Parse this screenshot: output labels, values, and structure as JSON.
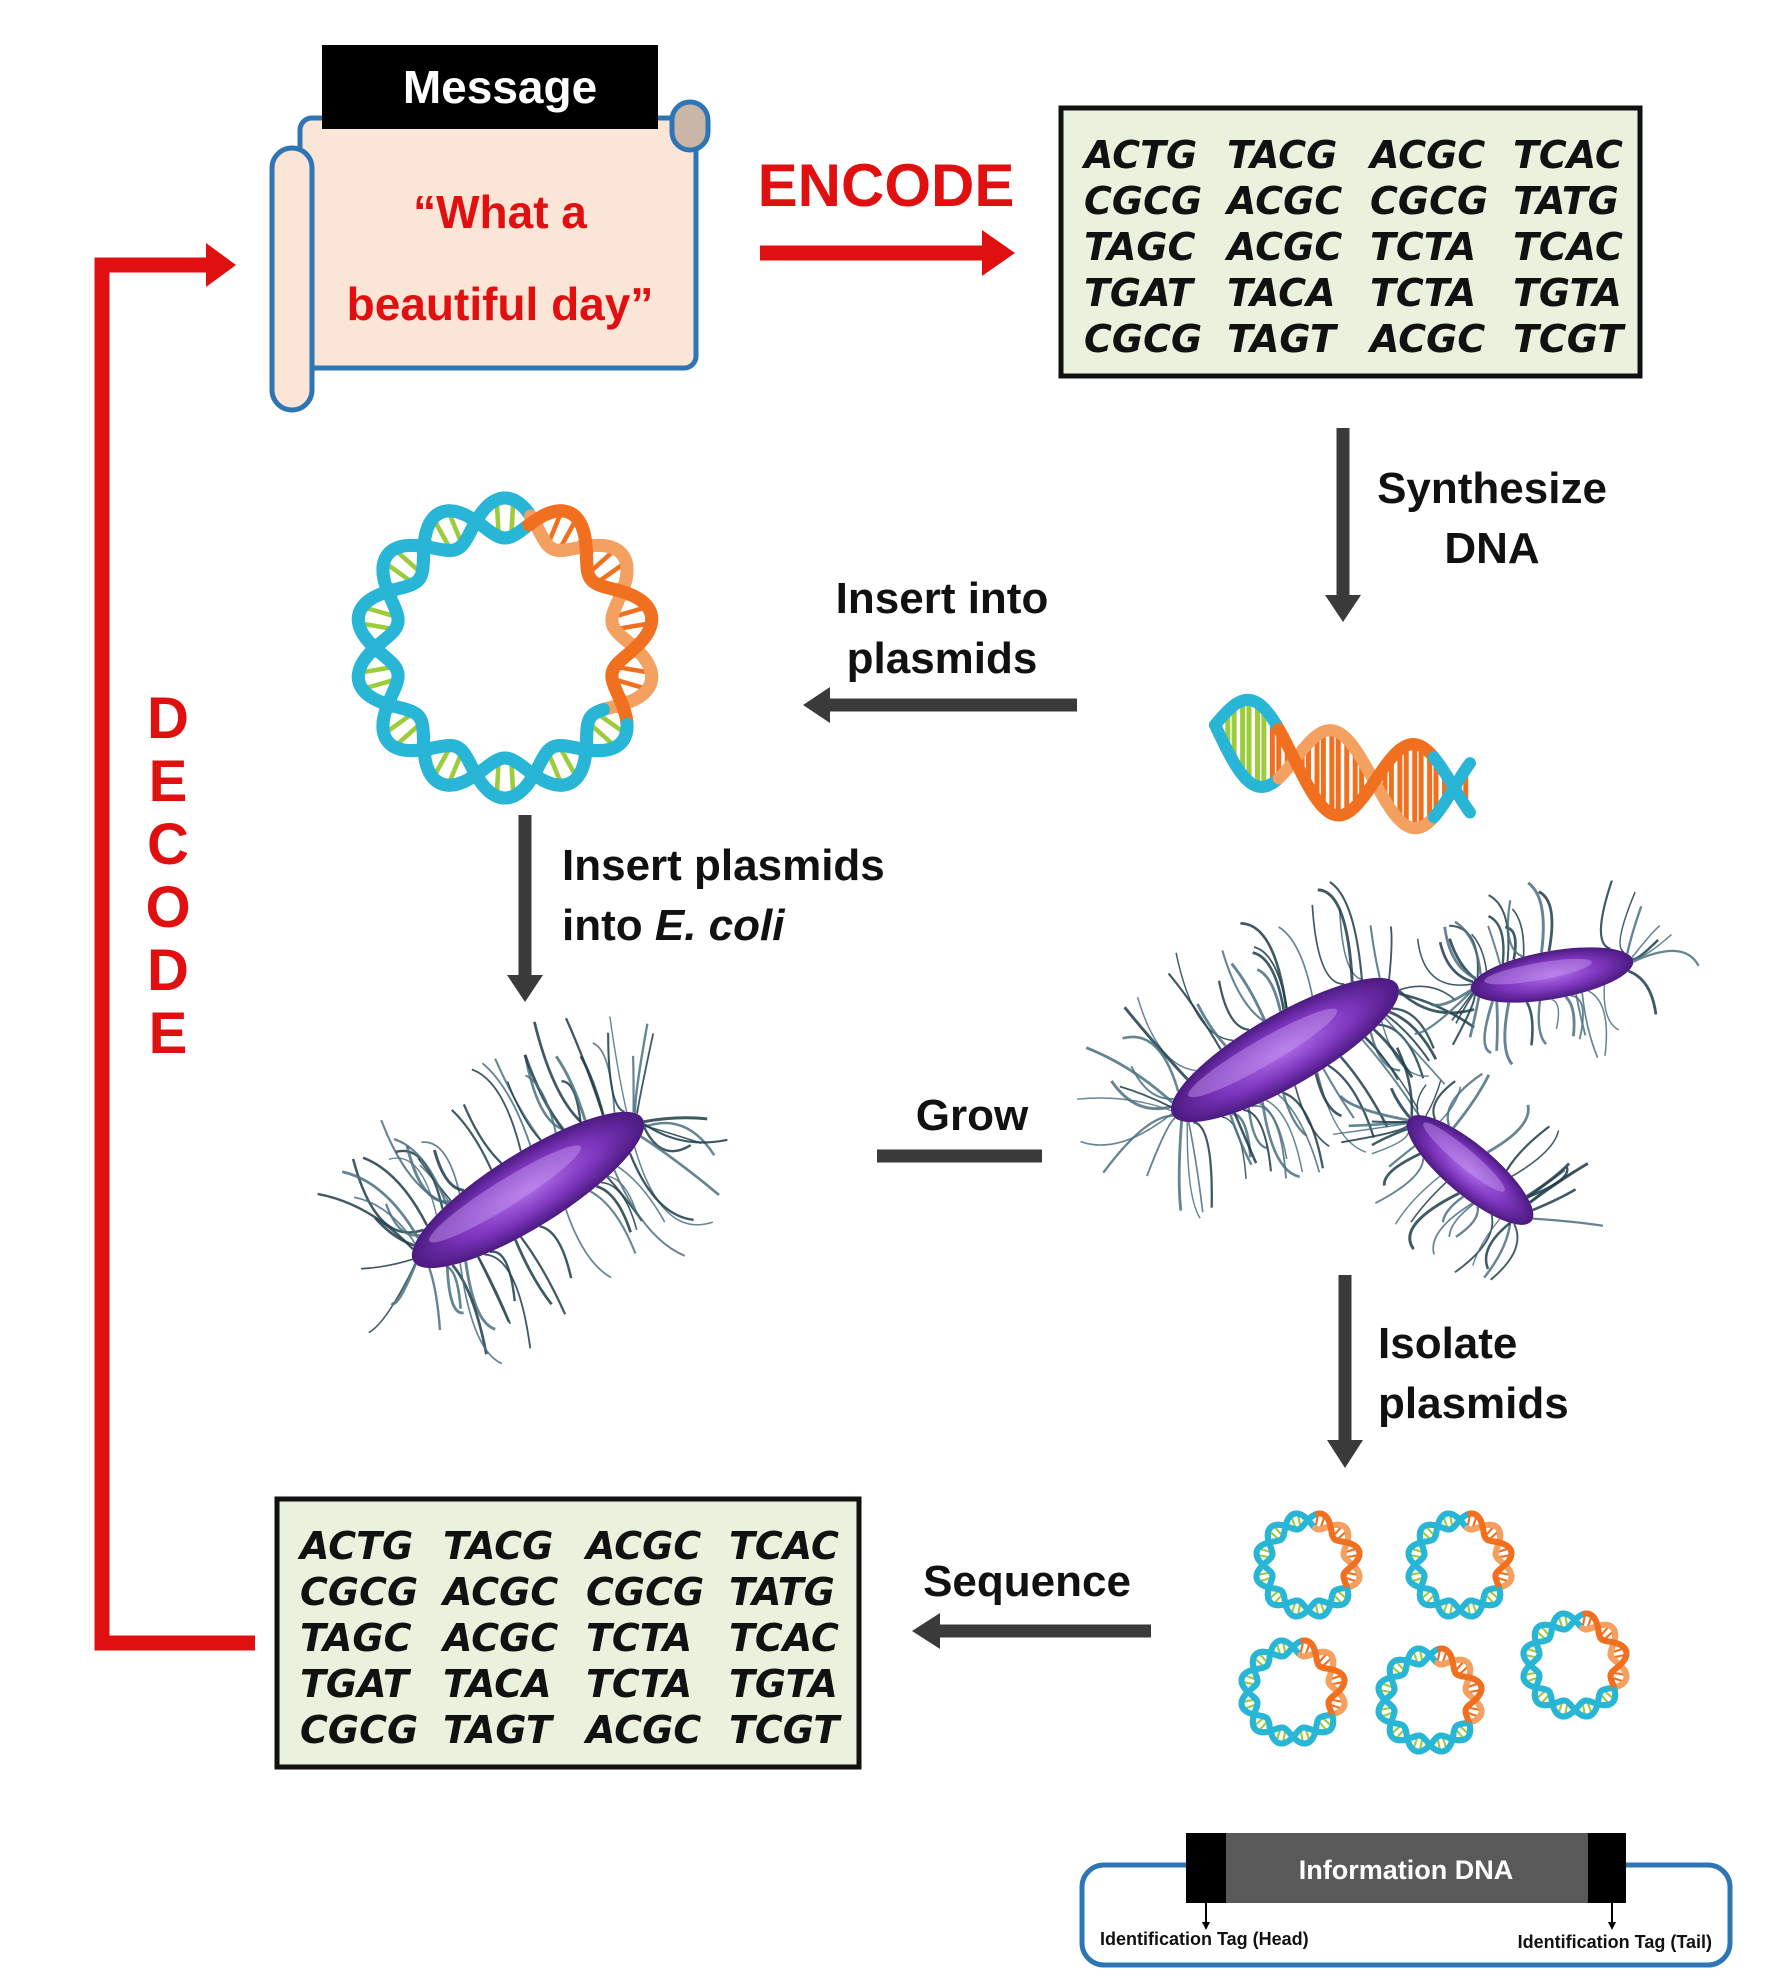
{
  "message": {
    "header": "Message",
    "line1": "“What a",
    "line2": "beautiful day”"
  },
  "encode_label": "ENCODE",
  "decode_letters": [
    "D",
    "E",
    "C",
    "O",
    "D",
    "E"
  ],
  "sequence_rows": [
    [
      "ACTG",
      "TACG",
      "ACGC",
      "TCAC"
    ],
    [
      "CGCG",
      "ACGC",
      "CGCG",
      "TATG"
    ],
    [
      "TAGC",
      "ACGC",
      "TCTA",
      "TCAC"
    ],
    [
      "TGAT",
      "TACA",
      "TCTA",
      "TGTA"
    ],
    [
      "CGCG",
      "TAGT",
      "ACGC",
      "TCGT"
    ]
  ],
  "steps": {
    "synthesize": {
      "line1": "Synthesize",
      "line2": "DNA"
    },
    "insert_plasmids": {
      "line1": "Insert into",
      "line2": "plasmids"
    },
    "insert_ecoli": {
      "line1": "Insert plasmids",
      "line2_prefix": "into ",
      "line2_italic": "E. coli"
    },
    "grow": "Grow",
    "isolate": {
      "line1": "Isolate",
      "line2": "plasmids"
    },
    "sequence": "Sequence"
  },
  "plasmid_legend": {
    "center": "Information DNA",
    "head": "Identification Tag (Head)",
    "tail": "Identification Tag (Tail)"
  },
  "colors": {
    "encode_red": "#e01010",
    "arrow_gray": "#3a3a3a",
    "scroll_fill": "#fbe5d6",
    "scroll_edge": "#2e75b6",
    "sequence_box": "#eaf1dd",
    "dna_blue": "#29b6d6",
    "dna_orange": "#f07020",
    "dna_green": "#9ccb3b",
    "bacteria_purple": "#8a3fc8"
  }
}
